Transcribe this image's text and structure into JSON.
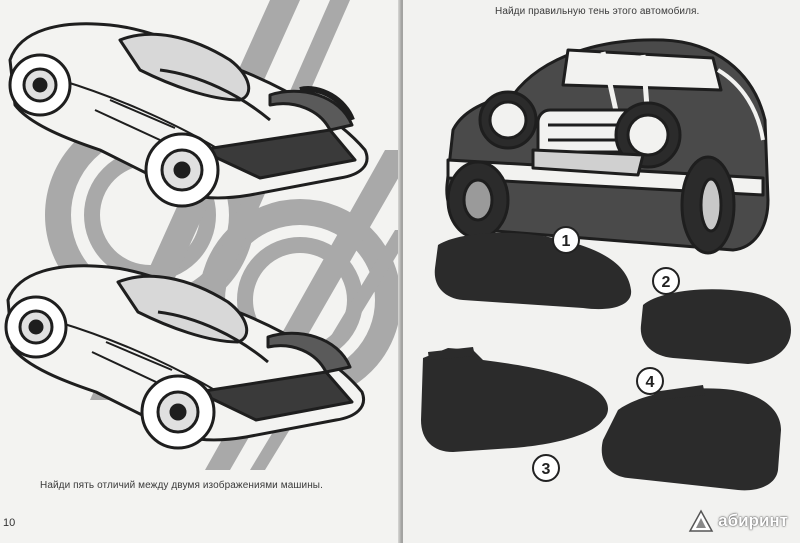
{
  "left_page": {
    "page_number": "10",
    "instruction": "Найди пять отличий между двумя изображениями машины.",
    "images": [
      {
        "name": "car-drawing-top",
        "icon": "race-car-line-art"
      },
      {
        "name": "car-drawing-bottom",
        "icon": "race-car-line-art"
      }
    ]
  },
  "right_page": {
    "instruction": "Найди правильную тень этого автомобиля.",
    "main_image": {
      "icon": "hot-rod-line-art"
    },
    "shadows": [
      {
        "label": "1",
        "icon": "car-silhouette"
      },
      {
        "label": "2",
        "icon": "car-silhouette"
      },
      {
        "label": "3",
        "icon": "car-silhouette"
      },
      {
        "label": "4",
        "icon": "car-silhouette"
      }
    ]
  },
  "watermark": {
    "text": "абиринт",
    "icon": "labyrinth-logo-icon"
  },
  "colors": {
    "paper": "#f3f3f1",
    "decor_grey": "#a9a9a9",
    "ink": "#1e1e1e",
    "silhouette": "#2b2b2b"
  }
}
